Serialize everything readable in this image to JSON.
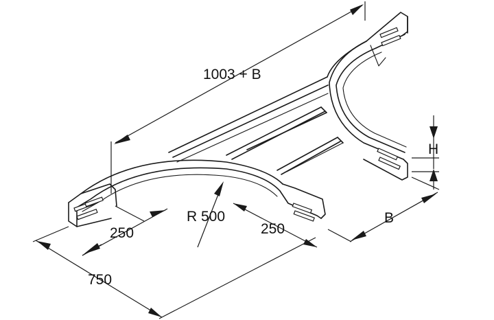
{
  "dimensions": {
    "overall_length": "1003 + B",
    "leg_length": "750",
    "radius": "R 500",
    "offset_left": "250",
    "offset_right": "250",
    "width": "B",
    "height": "H"
  },
  "colors": {
    "line": "#1a1a1a",
    "background": "#ffffff"
  }
}
